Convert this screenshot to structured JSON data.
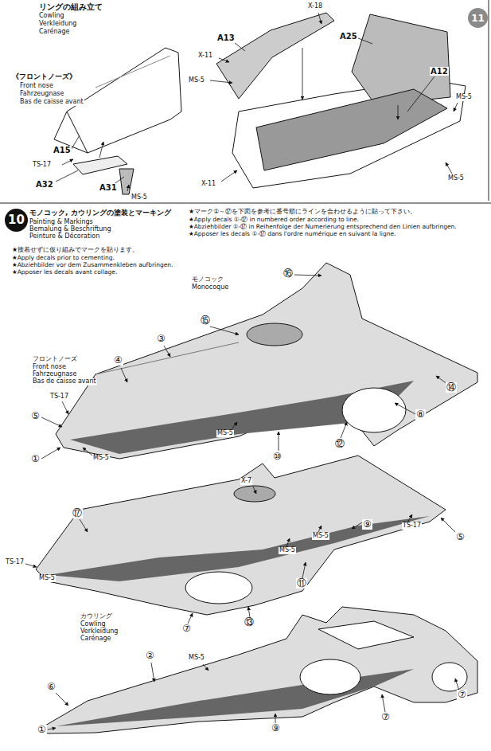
{
  "diagram": {
    "nodes": [
      {
        "text": [
          "11"
        ]
      },
      {
        "text": [
          "10"
        ]
      }
    ],
    "labels": [
      "リングの組み立て",
      "Cowling",
      "Verkleidung",
      "Carénage",
      "《フロントノーズ》",
      "Front nose",
      "Fahrzeugnase",
      "Bas de caisse avant",
      "A15",
      "TS-17",
      "A32",
      "A31",
      "MS-5",
      "A13",
      "X-11",
      "MS-5",
      "X-18",
      "A25",
      "A12",
      "MS-5",
      "MS-5",
      "X-11",
      "モノコック, カウリングの塗装とマーキング",
      "Painting & Markings",
      "Bemalung & Beschriftung",
      "Peinture & Décoration",
      "★接着せずに仮り組みでマークを貼ります。",
      "★Apply decals prior to cementing.",
      "★Abziehbilder vor dem Zusammenkleben aufbringen.",
      "★Apposer les decals avant collage.",
      "★マーク①～⑰を下図を参考に番号順にラインを合わせるように貼って下さい。",
      "★Apply decals ①-⑰ in numbered order according to line.",
      "★Abziehbilder ①-⑰ in Reihenfolge der Numerierung entsprechend den Linien aufbringen.",
      "★Apposer les decals ①-⑰ dans l'ordre numérique en suivant la ligne.",
      "モノコック",
      "Monocoque",
      "⑯",
      "⑮",
      "③",
      "フロントノーズ",
      "Front nose",
      "Fahrzeugnase",
      "Bas de caisse avant",
      "④",
      "TS-17",
      "⑤",
      "①",
      "MS-5",
      "MS-5",
      "⑩",
      "⑫",
      "⑧",
      "⑭",
      "X-7",
      "⑰",
      "⑨",
      "MS-5",
      "MS-5",
      "⑪",
      "TS-17",
      "⑤",
      "TS-17",
      "MS-5",
      "⑬",
      "⑦",
      "カウリング",
      "Cowling",
      "Verkleidung",
      "Carénage",
      "MS-5",
      "②",
      "⑥",
      "①",
      "⑨",
      "⑦",
      "⑦"
    ]
  }
}
